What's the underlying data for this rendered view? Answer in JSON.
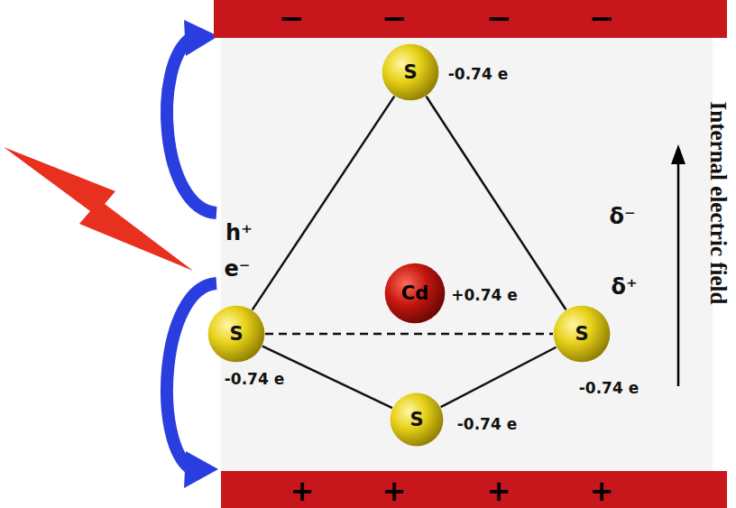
{
  "diagram": {
    "nodes": [
      {
        "text": [
          "−",
          "−",
          "−",
          "−"
        ]
      },
      {
        "text": [
          "S"
        ]
      },
      {
        "text": [
          "Cd"
        ]
      },
      {
        "text": [
          "S"
        ]
      },
      {
        "text": [
          "S"
        ]
      },
      {
        "text": [
          "S"
        ]
      },
      {
        "text": [
          "+",
          "+",
          "+",
          "+"
        ]
      }
    ],
    "edges": [
      {
        "from": 1,
        "to": 3,
        "arrow": "none"
      },
      {
        "from": 1,
        "to": 4,
        "arrow": "none"
      },
      {
        "from": 3,
        "to": 4,
        "arrow": "none"
      },
      {
        "from": 3,
        "to": 5,
        "arrow": "none"
      },
      {
        "from": 5,
        "to": 4,
        "arrow": "none"
      }
    ],
    "labels": [
      "-0.74 e",
      "h⁺",
      "e⁻",
      "+0.74 e",
      "δ⁻",
      "δ⁺",
      "-0.74 e",
      "-0.74 e",
      "-0.74 e",
      "Internal electric field"
    ]
  }
}
